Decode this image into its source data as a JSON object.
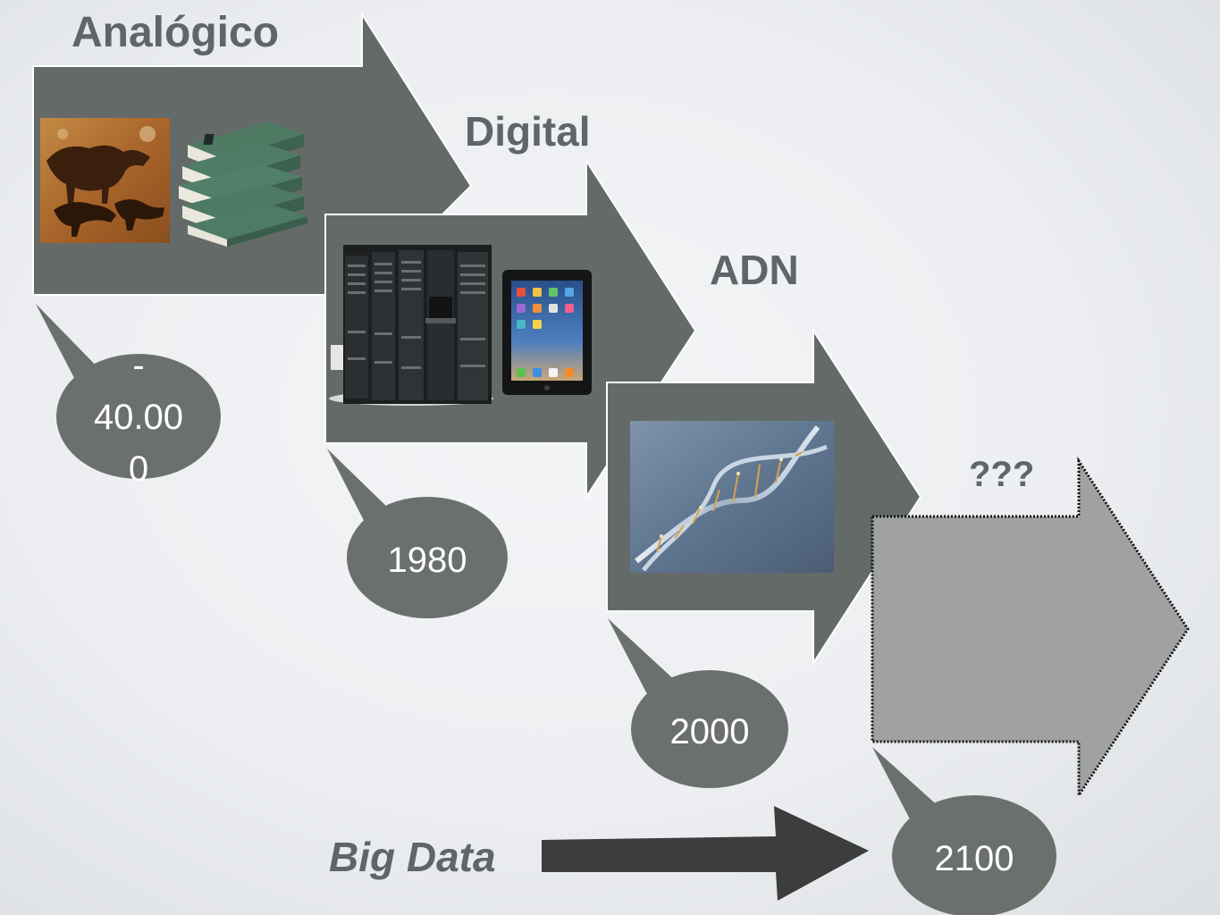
{
  "stages": [
    {
      "title": "Analógico",
      "date": "-\n40.00\n0",
      "date_lines": [
        "-",
        "40.00",
        "0"
      ]
    },
    {
      "title": "Digital",
      "date": "1980"
    },
    {
      "title": "ADN",
      "date": "2000"
    },
    {
      "title": "???",
      "date": "2100"
    }
  ],
  "footer": {
    "label": "Big Data"
  },
  "icons": {
    "stage1_left": "cave-painting-icon",
    "stage1_right": "book-stack-icon",
    "stage2_left": "server-rack-icon",
    "stage2_right": "tablet-icon",
    "stage3": "dna-helix-icon"
  },
  "colors": {
    "arrow_fill": "#646a68",
    "arrow_border": "#ffffff",
    "future_arrow_fill": "#a0a2a2",
    "future_arrow_border": "#111111",
    "bubble_fill": "#6b706d",
    "title_text": "#5f6668",
    "big_data_arrow": "#3c3e3d"
  }
}
